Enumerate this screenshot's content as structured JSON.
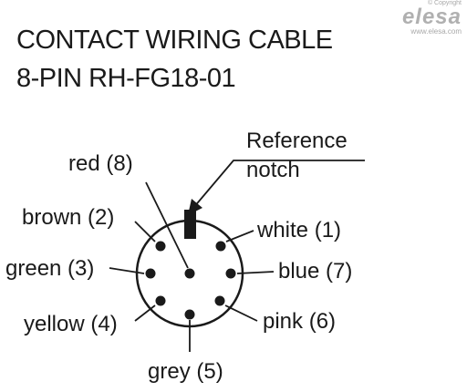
{
  "title": {
    "line1": "CONTACT WIRING CABLE",
    "line2": "8-PIN RH-FG18-01"
  },
  "logo": {
    "copyright": "© Copyright",
    "brand": "elesa",
    "url": "www.elesa.com"
  },
  "reference": {
    "line1": "Reference",
    "line2": "notch"
  },
  "pins": [
    {
      "label": "white (1)"
    },
    {
      "label": "brown (2)"
    },
    {
      "label": "green (3)"
    },
    {
      "label": "yellow (4)"
    },
    {
      "label": "grey (5)"
    },
    {
      "label": "pink (6)"
    },
    {
      "label": "blue (7)"
    },
    {
      "label": "red (8)"
    }
  ]
}
